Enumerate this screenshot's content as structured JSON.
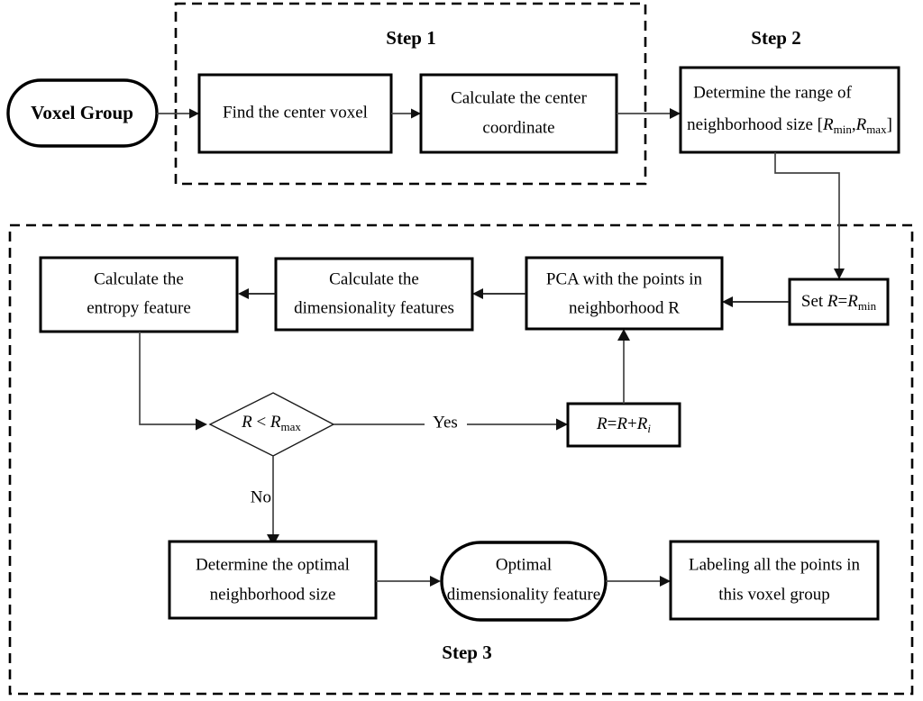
{
  "diagram": {
    "title": "Voxel group adaptive neighborhood selection flowchart",
    "type": "flowchart",
    "background": "#ffffff",
    "line_color": "#444444",
    "node_stroke": "#000000"
  },
  "groups": [
    {
      "id": "step1",
      "label": "Step 1"
    },
    {
      "id": "step2",
      "label": "Step 2"
    },
    {
      "id": "step3",
      "label": "Step 3"
    }
  ],
  "nodes": {
    "voxel_group": {
      "label": "Voxel Group",
      "shape": "stadium"
    },
    "find_center": {
      "label": "Find the center voxel",
      "shape": "rect"
    },
    "calc_center_l1": {
      "label": "Calculate the center",
      "shape": "rect"
    },
    "calc_center_l2": {
      "label": "coordinate"
    },
    "determine_range_l1": {
      "label": "Determine the range of",
      "shape": "rect"
    },
    "determine_range_l2_pre": {
      "label": "neighborhood size"
    },
    "determine_range_l2_math": {
      "open_bracket": "[",
      "r_min_var": "R",
      "r_min_sub": "min",
      "comma": ",",
      "r_max_var": "R",
      "r_max_sub": "max",
      "close_bracket": "]"
    },
    "set_r": {
      "label_pre": "Set",
      "var": "R",
      "eq": "=",
      "var2": "R",
      "sub": "min",
      "shape": "rect"
    },
    "pca_l1": {
      "label": "PCA with the points in",
      "shape": "rect"
    },
    "pca_l2": {
      "label": "neighborhood R"
    },
    "calc_dim_l1": {
      "label": "Calculate the",
      "shape": "rect"
    },
    "calc_dim_l2": {
      "label": "dimensionality features"
    },
    "calc_entropy_l1": {
      "label": "Calculate the",
      "shape": "rect"
    },
    "calc_entropy_l2": {
      "label": "entropy feature"
    },
    "decision": {
      "var": "R",
      "op": "<",
      "var2": "R",
      "sub": "max",
      "shape": "diamond"
    },
    "increment": {
      "var": "R",
      "eq": "=",
      "var2": "R",
      "plus": "+",
      "var3": "R",
      "sub": "i",
      "shape": "rect"
    },
    "determine_optimal_l1": {
      "label": "Determine the optimal",
      "shape": "rect"
    },
    "determine_optimal_l2": {
      "label": "neighborhood size"
    },
    "optimal_feature_l1": {
      "label": "Optimal",
      "shape": "stadium"
    },
    "optimal_feature_l2": {
      "label": "dimensionality feature"
    },
    "labeling_l1": {
      "label": "Labeling all the points in",
      "shape": "rect"
    },
    "labeling_l2": {
      "label": "this voxel group"
    }
  },
  "edge_labels": {
    "yes": "Yes",
    "no": "No"
  }
}
